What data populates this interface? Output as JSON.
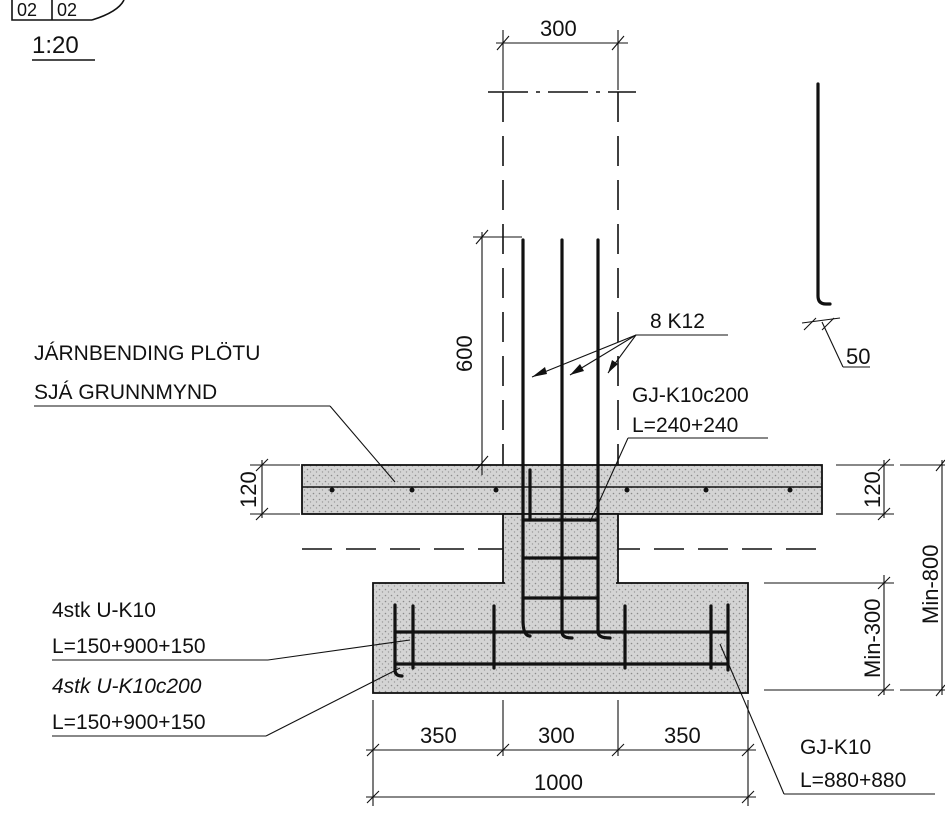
{
  "detail_tag": {
    "top_left": "02",
    "top_right": "02",
    "scale": "1:20"
  },
  "labels": {
    "slab_reinforcement_line1": "JÁRNBENDING PLÖTU",
    "slab_reinforcement_line2": "SJÁ GRUNNMYND",
    "column_bars": "8 K12",
    "stirrups_name": "GJ-K10c200",
    "stirrups_length": "L=240+240",
    "ubar1_name": "4stk  U-K10",
    "ubar1_length": "L=150+900+150",
    "ubar2_name": "4stk  U-K10c200",
    "ubar2_length": "L=150+900+150",
    "footing_stirrup_name": "GJ-K10",
    "footing_stirrup_length": "L=880+880"
  },
  "dimensions": {
    "column_width": "300",
    "bar_lap": "600",
    "hook": "50",
    "slab_left": "120",
    "slab_right": "120",
    "footing_depth": "Min-300",
    "total_depth": "Min-800",
    "footing_left": "350",
    "footing_mid": "300",
    "footing_right": "350",
    "footing_total": "1000"
  }
}
